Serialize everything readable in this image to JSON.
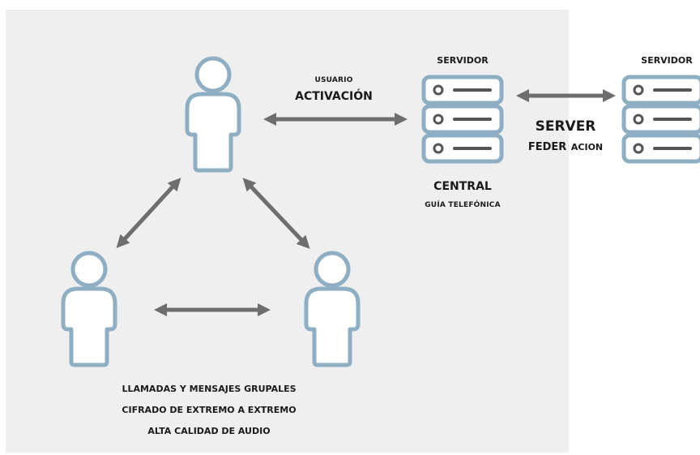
{
  "colors": {
    "panel": "#efefef",
    "outline": "#8eafc3",
    "arrow": "#6e6e6e",
    "text": "#1a1a1a"
  },
  "icons": [
    "user-icon",
    "server-icon"
  ],
  "labels": {
    "usuario": "USUARIO",
    "activacion": "ACTIVACIÓN",
    "servidor_central_title": "SERVIDOR",
    "servidor_remote_title": "SERVIDOR",
    "server": "SERVER",
    "feder": "FEDER",
    "acion": "ACION",
    "central": "CENTRAL",
    "guia": "GUÍA TELEFÓNICA",
    "features": [
      "LLAMADAS Y MENSAJES GRUPALES",
      "CIFRADO DE EXTREMO A EXTREMO",
      "ALTA CALIDAD DE AUDIO"
    ]
  }
}
